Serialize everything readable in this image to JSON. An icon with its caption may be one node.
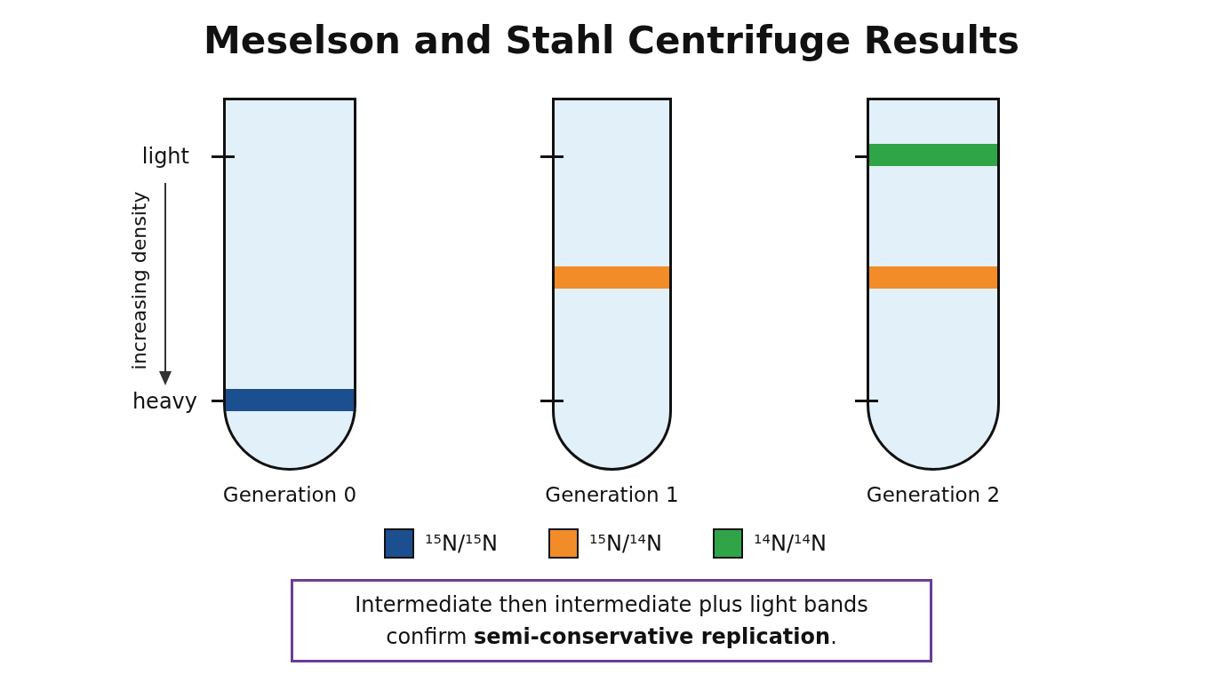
{
  "diagram": {
    "title": "Meselson and Stahl Centrifuge Results",
    "nodes": [
      {
        "text": [
          "Generation 0"
        ]
      },
      {
        "text": [],
        "shape": "bar",
        "in": 0
      },
      {
        "text": [
          "Generation 1"
        ]
      },
      {
        "text": [],
        "shape": "bar",
        "in": 2
      },
      {
        "text": [
          "Generation 2"
        ]
      },
      {
        "text": [],
        "shape": "bar",
        "in": 4
      },
      {
        "text": [],
        "shape": "bar",
        "in": 4
      },
      {
        "text": [
          "Intermediate then intermediate plus light bands confirm **semi-conservative replication**."
        ]
      }
    ],
    "labels": [
      "light",
      "increasing density",
      "heavy"
    ],
    "legend": [
      {
        "text": "$^{15}$N/$^{15}$N",
        "color": "#1b4f8f"
      },
      {
        "text": "$^{15}$N/$^{14}$N",
        "color": "#f28c28"
      },
      {
        "text": "$^{14}$N/$^{14}$N",
        "color": "#2fa548"
      }
    ]
  }
}
